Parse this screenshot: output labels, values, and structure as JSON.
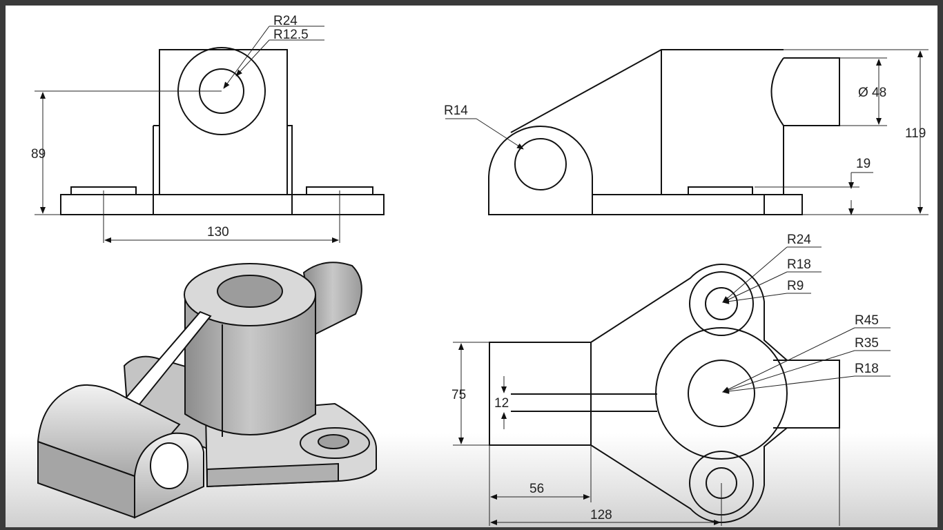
{
  "front_view": {
    "leader_r_outer": "R24",
    "leader_r_inner": "R12.5",
    "dim_height": "89",
    "dim_width": "130"
  },
  "side_view": {
    "leader_lug": "R14",
    "dim_boss_dia": "Ø 48",
    "dim_total_height": "119",
    "dim_base": "19"
  },
  "top_view": {
    "r_top_outer": "R24",
    "r_top_mid": "R18",
    "r_top_inner": "R9",
    "r_main_outer": "R45",
    "r_main_mid": "R35",
    "r_main_inner": "R18",
    "dim_depth": "75",
    "dim_slot": "12",
    "dim_block": "56",
    "dim_offset": "128"
  },
  "colors": {
    "frame": "#3a3a3a",
    "line": "#111111",
    "shade": "#9a9a9a"
  }
}
